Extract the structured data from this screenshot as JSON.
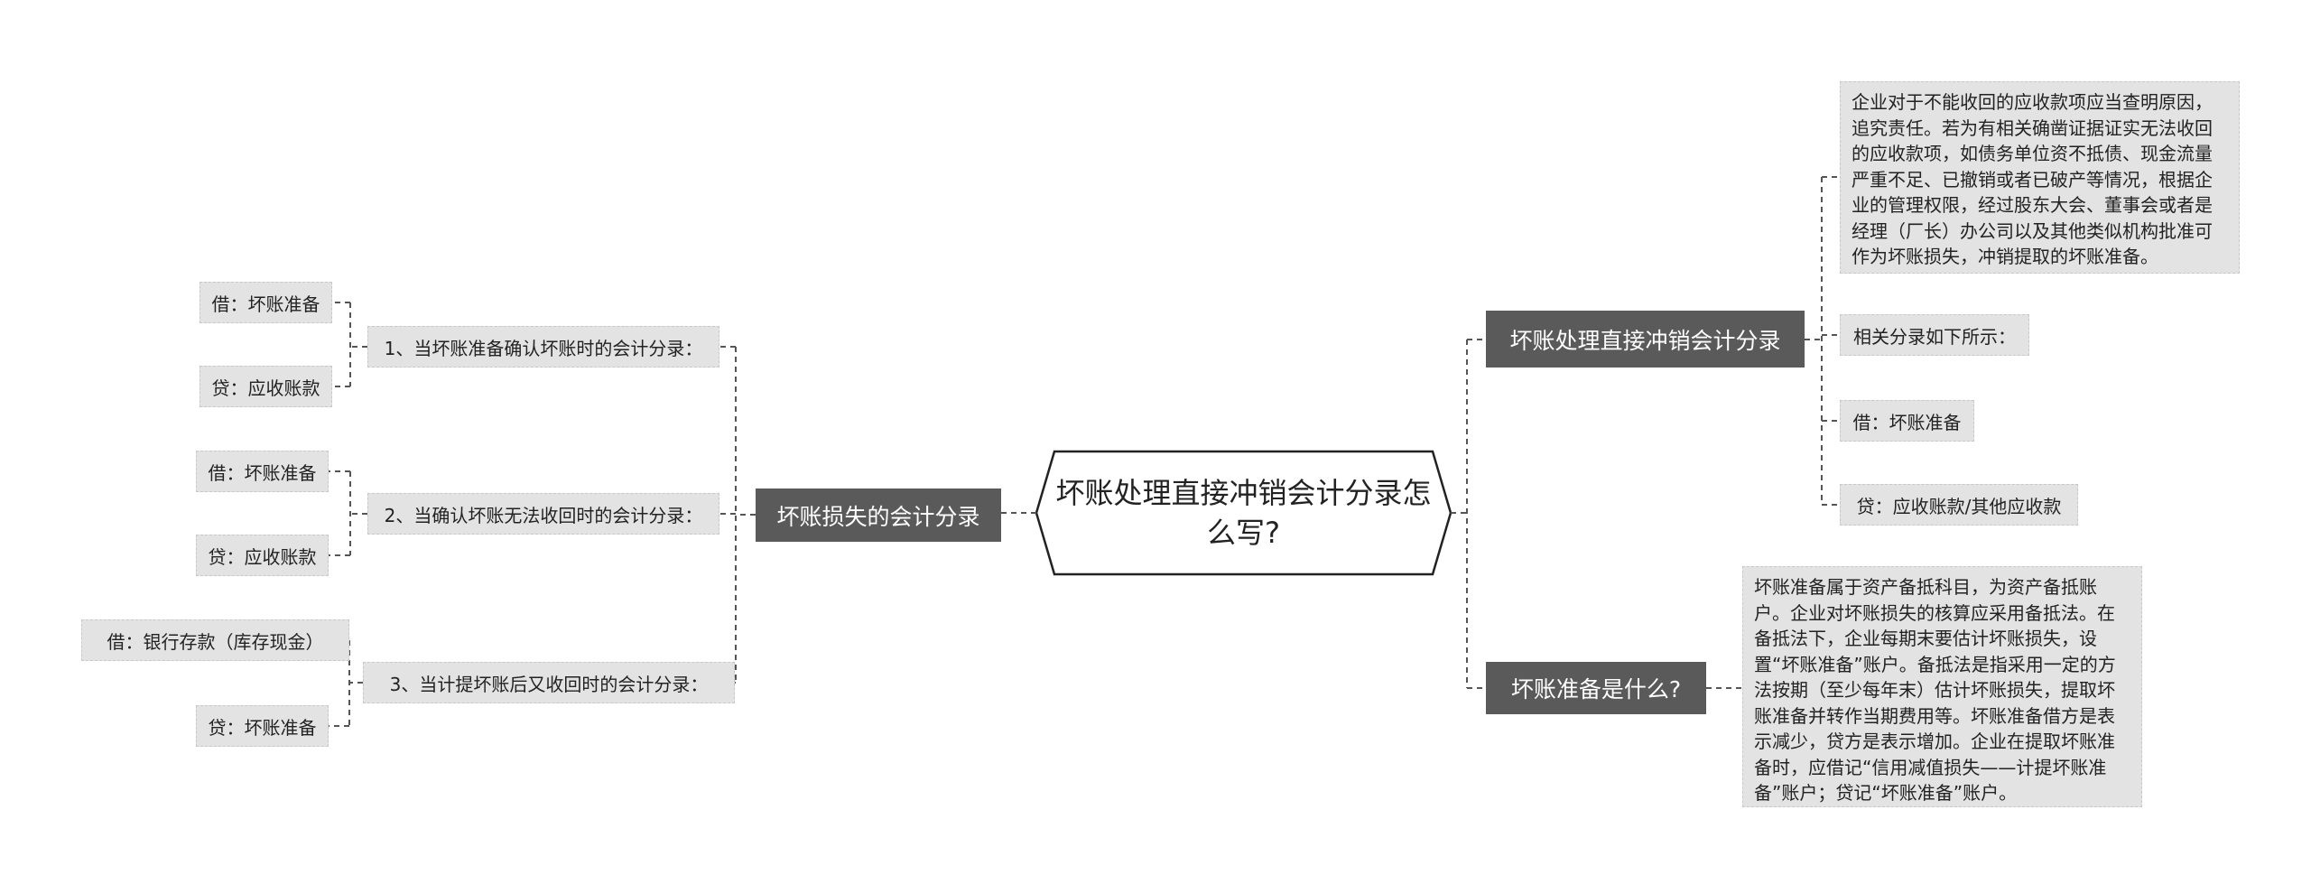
{
  "center": {
    "title": "坏账处理直接冲销会计分录怎么写?"
  },
  "left": {
    "branch": "坏账损失的会计分录",
    "groups": [
      {
        "label": "1、当坏账准备确认坏账时的会计分录：",
        "items": [
          "借：坏账准备",
          "贷：应收账款"
        ]
      },
      {
        "label": "2、当确认坏账无法收回时的会计分录：",
        "items": [
          "借：坏账准备",
          "贷：应收账款"
        ]
      },
      {
        "label": "3、当计提坏账后又收回时的会计分录：",
        "items": [
          "借：银行存款（库存现金）",
          "贷：坏账准备"
        ]
      }
    ]
  },
  "right": {
    "branch1": {
      "label": "坏账处理直接冲销会计分录",
      "items": [
        "企业对于不能收回的应收款项应当查明原因，追究责任。若为有相关确凿证据证实无法收回的应收款项，如债务单位资不抵债、现金流量严重不足、已撤销或者已破产等情况，根据企业的管理权限，经过股东大会、董事会或者是经理（厂长）办公司以及其他类似机构批准可作为坏账损失，冲销提取的坏账准备。",
        "相关分录如下所示：",
        "借：坏账准备",
        "贷：应收账款/其他应收款"
      ]
    },
    "branch2": {
      "label": "坏账准备是什么?",
      "items": [
        "坏账准备属于资产备抵科目，为资产备抵账户。企业对坏账损失的核算应采用备抵法。在备抵法下，企业每期末要估计坏账损失，设置“坏账准备”账户。备抵法是指采用一定的方法按期（至少每年末）估计坏账损失，提取坏账准备并转作当期费用等。坏账准备借方是表示减少，贷方是表示增加。企业在提取坏账准备时，应借记“信用减值损失——计提坏账准备”账户；贷记“坏账准备”账户。"
      ]
    }
  }
}
